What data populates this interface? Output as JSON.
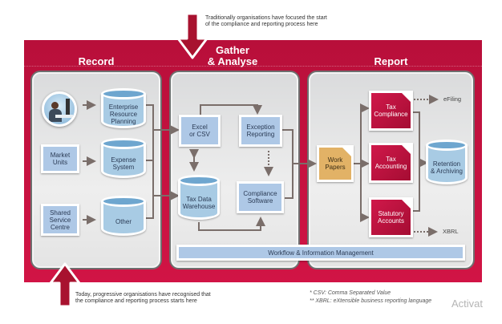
{
  "top_note": {
    "line1": "Traditionally organisations have focused the start",
    "line2": "of the compliance and reporting process here"
  },
  "bottom_note": {
    "line1": "Today, progressive organisations have recognised that",
    "line2": "the compliance and reporting process starts here"
  },
  "columns": {
    "record": "Record",
    "gather_line1": "Gather",
    "gather_line2": "& Analyse",
    "report": "Report"
  },
  "record": {
    "sources": [
      {
        "label_line1": "",
        "label_line2": "",
        "icon": "person-at-computer-icon"
      },
      {
        "label_line1": "Market",
        "label_line2": "Units"
      },
      {
        "label_line1": "Shared",
        "label_line2": "Service",
        "label_line3": "Centre"
      }
    ],
    "systems": [
      {
        "line1": "Enterprise",
        "line2": "Resource",
        "line3": "Planning"
      },
      {
        "line1": "Expense",
        "line2": "System"
      },
      {
        "line1": "Other"
      }
    ]
  },
  "gather": {
    "excel": {
      "line1": "Excel",
      "line2": "or CSV"
    },
    "exception": {
      "line1": "Exception",
      "line2": "Reporting"
    },
    "warehouse": {
      "line1": "Tax Data",
      "line2": "Warehouse"
    },
    "compliance_sw": {
      "line1": "Compliance",
      "line2": "Software"
    },
    "workflow": "Workflow & Information Management"
  },
  "report": {
    "work_papers": {
      "line1": "Work",
      "line2": "Papers"
    },
    "tax_compliance": {
      "line1": "Tax",
      "line2": "Compliance"
    },
    "tax_accounting": {
      "line1": "Tax",
      "line2": "Accounting"
    },
    "statutory": {
      "line1": "Statutory",
      "line2": "Accounts"
    },
    "retention": {
      "line1": "Retention",
      "line2": "& Archiving"
    },
    "efiling": "eFiling",
    "xbrl": "XBRL"
  },
  "footnotes": {
    "csv": "* CSV: Comma Separated Value",
    "xbrl": "** XBRL: eXtensible business reporting language"
  },
  "watermark": "Activat",
  "colors": {
    "brand_red": "#c8103e",
    "box_blue": "#aec8e6",
    "cyl_top": "#6ea6cf",
    "work_papers": "#e2b266",
    "line_gray": "#7a6e6a"
  }
}
